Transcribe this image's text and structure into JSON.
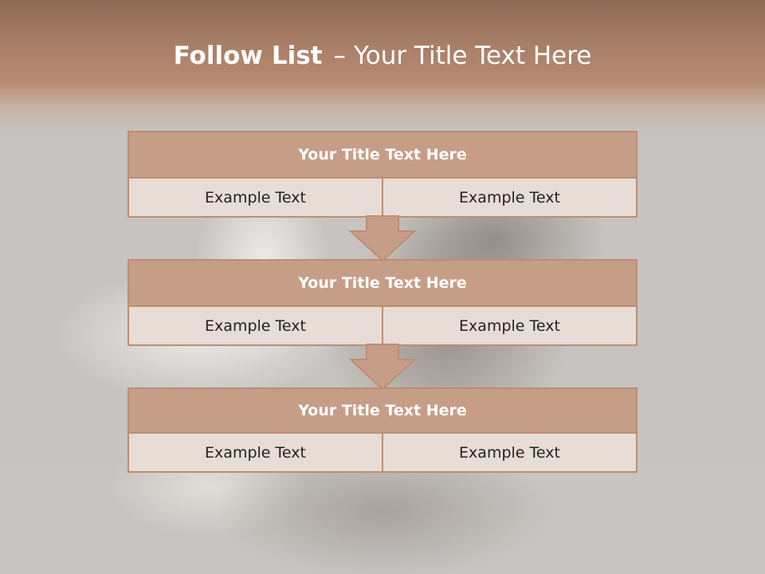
{
  "slide": {
    "title_bold": "Follow List",
    "title_separator": "–",
    "title_rest": "Your Title Text Here"
  },
  "stages": [
    {
      "title": "Your Title Text Here",
      "left": "Example Text",
      "right": "Example Text"
    },
    {
      "title": "Your Title Text Here",
      "left": "Example Text",
      "right": "Example Text"
    },
    {
      "title": "Your Title Text Here",
      "left": "Example Text",
      "right": "Example Text"
    }
  ],
  "colors": {
    "header_band": "#b78b72",
    "stage_title_fill": "#c69e87",
    "stage_cell_fill": "#e8dcd6",
    "border": "#bd8d73"
  }
}
